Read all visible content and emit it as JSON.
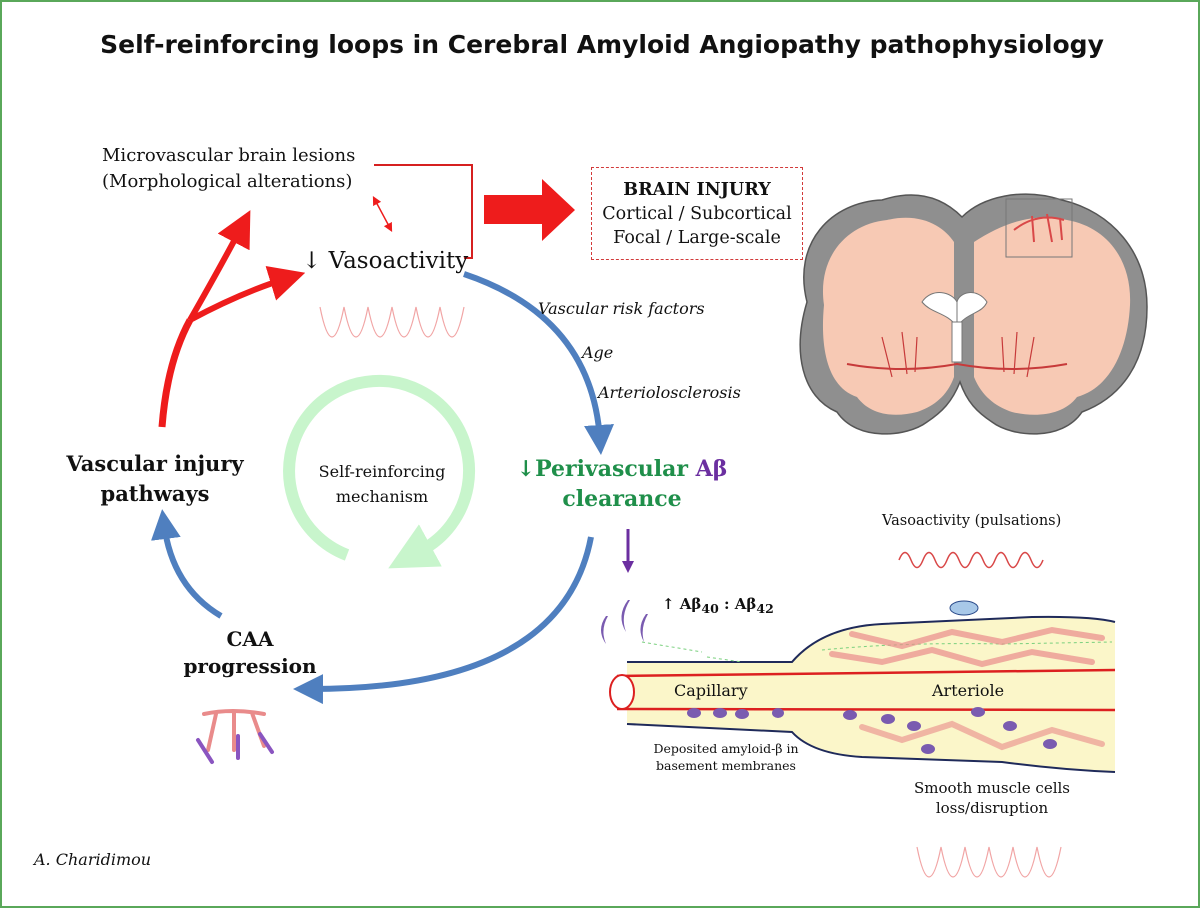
{
  "title": "Self-reinforcing loops in Cerebral Amyloid Angiopathy pathophysiology",
  "top_left": {
    "lesion_line1": "Microvascular brain lesions",
    "lesion_line2": "(Morphological alterations)",
    "vasoactivity": "↓ Vasoactivity"
  },
  "brain_injury": {
    "heading": "BRAIN INJURY",
    "line1": "Cortical / Subcortical",
    "line2": "Focal / Large-scale"
  },
  "risk_factors": [
    "Vascular risk factors",
    "Age",
    "Arteriolosclerosis"
  ],
  "perivascular": {
    "prefix": "↓Perivascular ",
    "abeta": "Aβ",
    "line2": "clearance"
  },
  "center": {
    "line1": "Self-reinforcing",
    "line2": "mechanism"
  },
  "vascular_injury": {
    "line1": "Vascular injury",
    "line2": "pathways"
  },
  "caa": {
    "line1": "CAA",
    "line2": "progression"
  },
  "vessel": {
    "pulsations": "Vasoactivity (pulsations)",
    "ratio_prefix": "↑ Aβ",
    "ratio_sub1": "40",
    "ratio_mid": " : Aβ",
    "ratio_sub2": "42",
    "capillary": "Capillary",
    "arteriole": "Arteriole",
    "deposited_line1": "Deposited amyloid-β in",
    "deposited_line2": "basement membranes",
    "smc_line1": "Smooth muscle cells",
    "smc_line2": "loss/disruption"
  },
  "author": "A. Charidimou",
  "colors": {
    "red": "#ee1c1c",
    "blue": "#4f7fbf",
    "green_text": "#1f8f4a",
    "purple": "#6b2fa0",
    "mint": "#c8f5cc",
    "border": "#5aa85a"
  }
}
